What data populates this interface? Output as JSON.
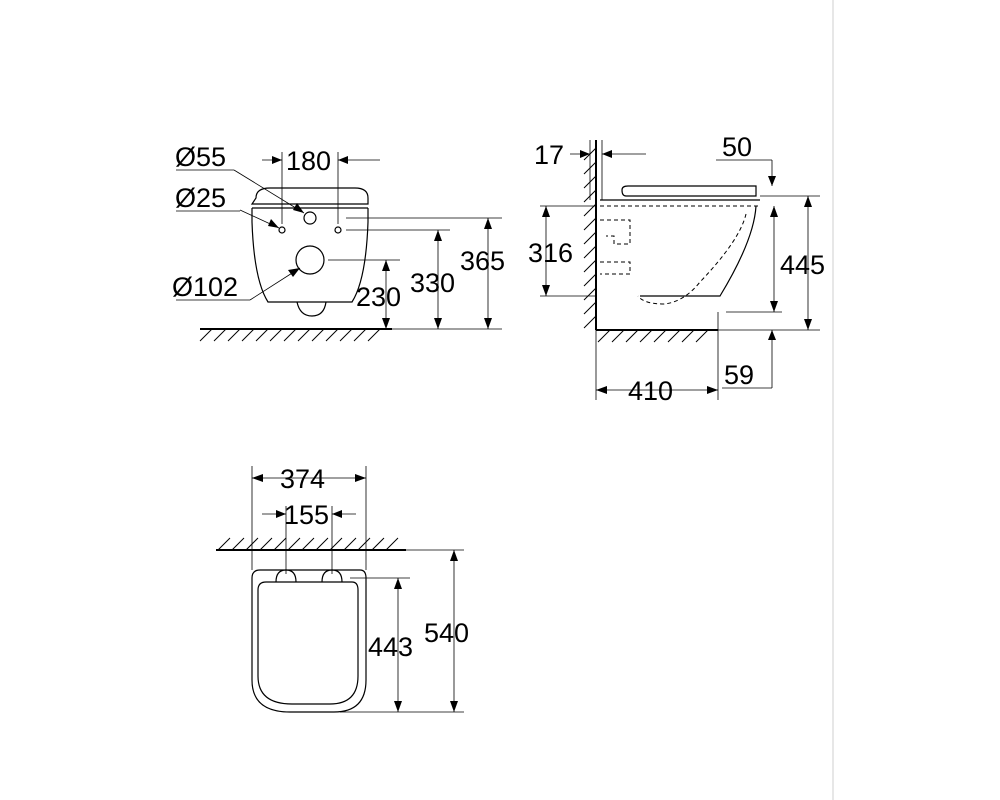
{
  "front_view": {
    "dia_55": "Ø55",
    "dia_25": "Ø25",
    "dia_102": "Ø102",
    "dim_180": "180",
    "dim_230": "230",
    "dim_330": "330",
    "dim_365": "365"
  },
  "side_view": {
    "dim_17": "17",
    "dim_50": "50",
    "dim_316": "316",
    "dim_445": "445",
    "dim_410": "410",
    "dim_59": "59"
  },
  "top_view": {
    "dim_374": "374",
    "dim_155": "155",
    "dim_443": "443",
    "dim_540": "540"
  }
}
